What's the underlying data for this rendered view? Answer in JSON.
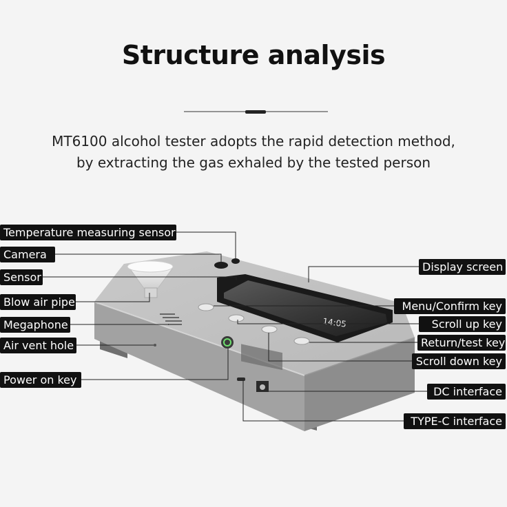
{
  "title": "Structure analysis",
  "description": {
    "line1": "MT6100 alcohol tester adopts the rapid detection method,",
    "line2": "by extracting the gas exhaled by the tested person"
  },
  "screen": {
    "time": "14:05"
  },
  "labels": {
    "temperature_sensor": "Temperature measuring sensor",
    "camera": "Camera",
    "sensor": "Sensor",
    "blow_air_pipe": "Blow air pipe",
    "megaphone": "Megaphone",
    "air_vent_hole": "Air vent hole",
    "power_on_key": "Power on key",
    "display_screen": "Display screen",
    "menu_confirm_key": "Menu/Confirm key",
    "scroll_up_key": "Scroll up key",
    "return_test_key": "Return/test key",
    "scroll_down_key": "Scroll down key",
    "dc_interface": "DC interface",
    "type_c_interface": "TYPE-C interface"
  },
  "colors": {
    "label_bg": "#111111",
    "label_text": "#ffffff",
    "device_body": "#a9a9a9",
    "background": "#f4f4f4"
  }
}
